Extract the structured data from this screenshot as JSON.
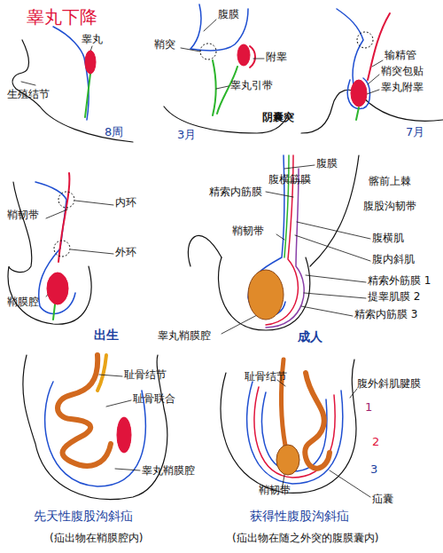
{
  "diagram": {
    "title": "睾丸下降",
    "labels": [
      "睾丸",
      "生殖结节",
      "8周",
      "腹膜",
      "鞘突",
      "附睾",
      "睾丸引带",
      "阴囊突",
      "3月",
      "输精管",
      "鞘突包贴",
      "睾丸附睾",
      "7月",
      "鞘韧带",
      "内环",
      "外环",
      "鞘膜腔",
      "出生",
      "腹膜",
      "腹横筋膜",
      "髂前上棘",
      "精索内筋膜",
      "腹股沟韧带",
      "鞘韧带",
      "腹横肌",
      "腹内斜肌",
      "精索外筋膜 1",
      "提睾肌膜 2",
      "精索内筋膜 3",
      "睾丸鞘膜腔",
      "成人",
      "耻骨结节",
      "耻骨联合",
      "睾丸鞘膜腔",
      "先天性腹股沟斜疝",
      "(疝出物在鞘膜腔内)",
      "耻骨结节",
      "腹外斜肌腱膜",
      "1",
      "2",
      "3",
      "鞘韧带",
      "疝囊",
      "获得性腹股沟斜疝",
      "(疝出物在随之外突的腹膜囊内)"
    ]
  }
}
